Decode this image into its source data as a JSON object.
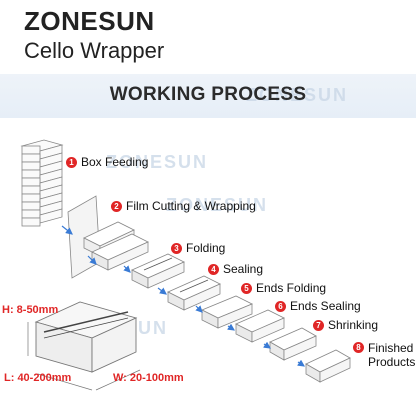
{
  "header": {
    "brand": "ZONESUN",
    "subtitle": "Cello Wrapper"
  },
  "banner": {
    "title": "WORKING PROCESS"
  },
  "watermark": "ZONESUN",
  "steps": [
    {
      "num": "1",
      "label": "Box Feeding"
    },
    {
      "num": "2",
      "label": "Film Cutting & Wrapping"
    },
    {
      "num": "3",
      "label": "Folding"
    },
    {
      "num": "4",
      "label": "Sealing"
    },
    {
      "num": "5",
      "label": "Ends Folding"
    },
    {
      "num": "6",
      "label": "Ends Sealing"
    },
    {
      "num": "7",
      "label": "Shrinking"
    },
    {
      "num": "8",
      "label": "Finished Products"
    }
  ],
  "dimensions": {
    "height": "H: 8-50mm",
    "length": "L: 40-200mm",
    "width": "W: 20-100mm"
  },
  "colors": {
    "accent": "#e02626",
    "arrow": "#3a7bd5",
    "banner": "#e6eef7"
  }
}
